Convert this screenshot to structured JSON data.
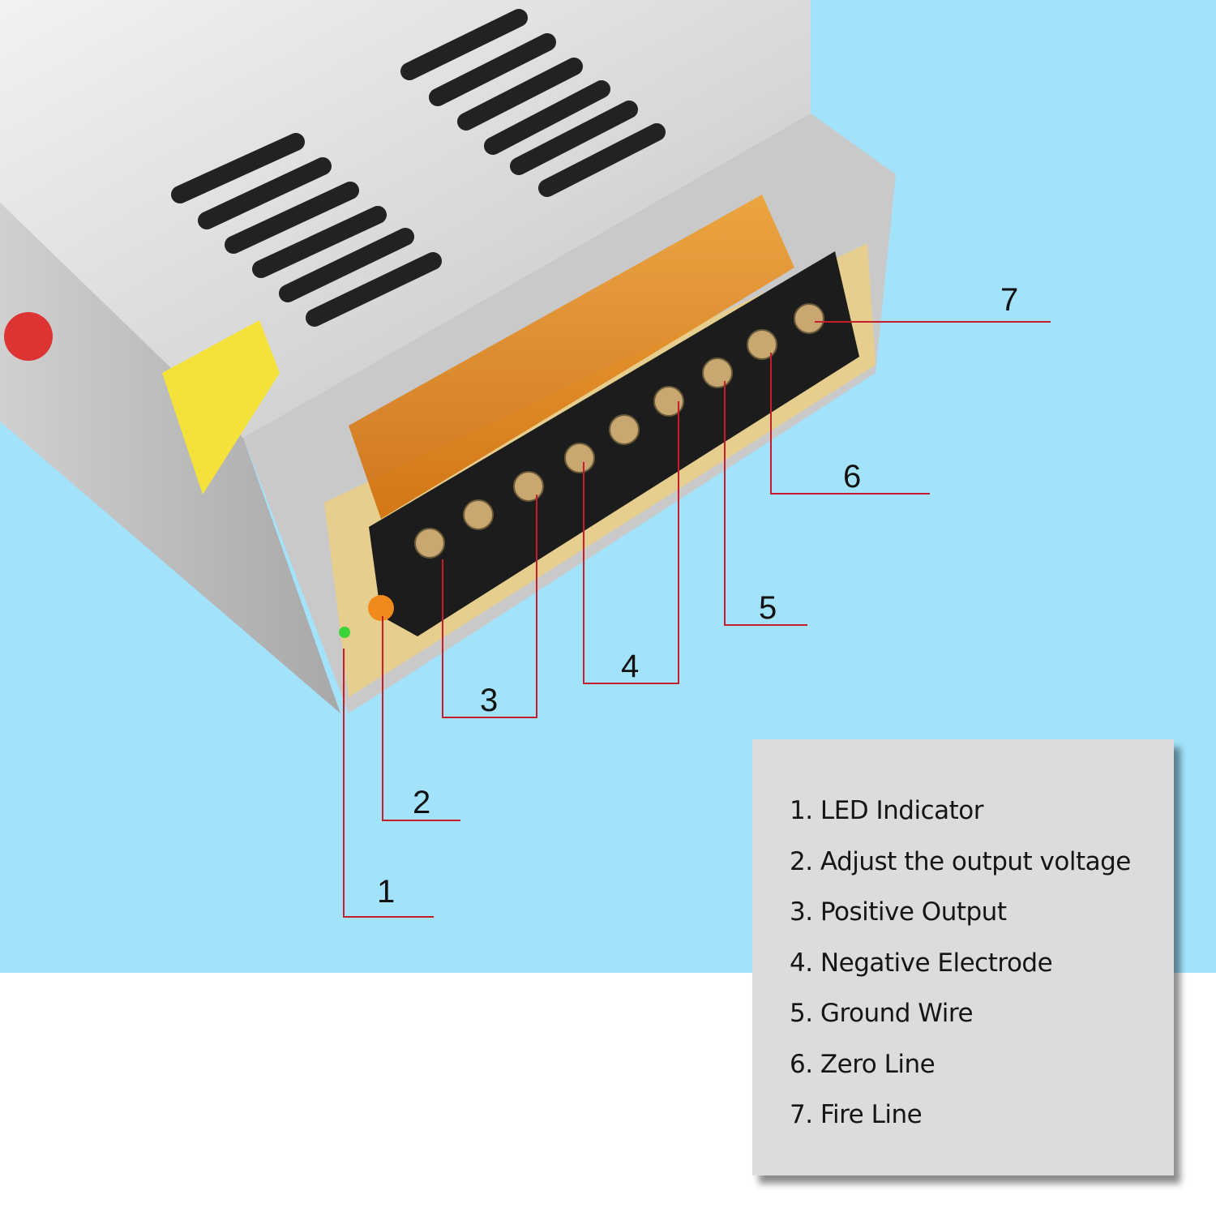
{
  "colors": {
    "background_top": "#a2e3fb",
    "background_bottom": "#ffffff",
    "callout_line": "#c41e2a",
    "legend_box": "#dcdcdc"
  },
  "callouts": [
    "1",
    "2",
    "3",
    "4",
    "5",
    "6",
    "7"
  ],
  "legend": {
    "items": [
      "1. LED Indicator",
      "2. Adjust the output voltage",
      "3. Positive Output",
      "4. Negative Electrode",
      "5. Ground Wire",
      "6. Zero Line",
      "7. Fire Line"
    ]
  }
}
